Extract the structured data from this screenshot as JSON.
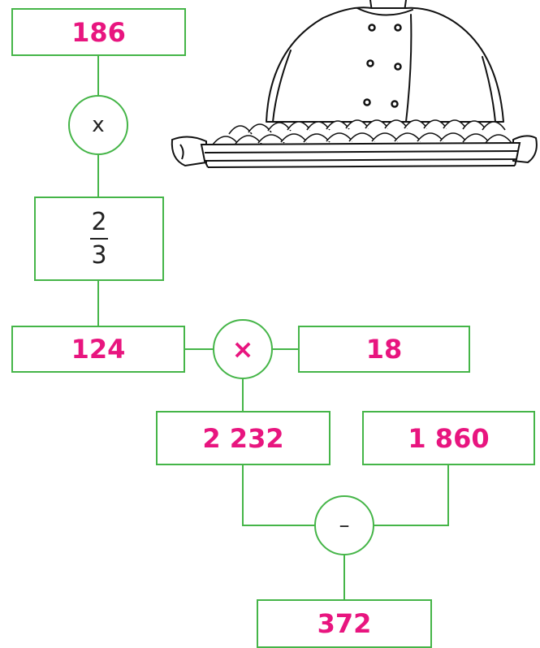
{
  "colors": {
    "box_border": "#45b548",
    "value_text": "#e8157f"
  },
  "illustration": {
    "icon": "chef-with-tray-icon"
  },
  "diagram": {
    "top_value": "186",
    "op_1": "x",
    "fraction": {
      "numerator": "2",
      "denominator": "3"
    },
    "middle_left_value": "124",
    "op_2": "×",
    "middle_right_value": "18",
    "product_value": "2 232",
    "subtrahend_value": "1 860",
    "op_3": "–",
    "result_value": "372"
  }
}
